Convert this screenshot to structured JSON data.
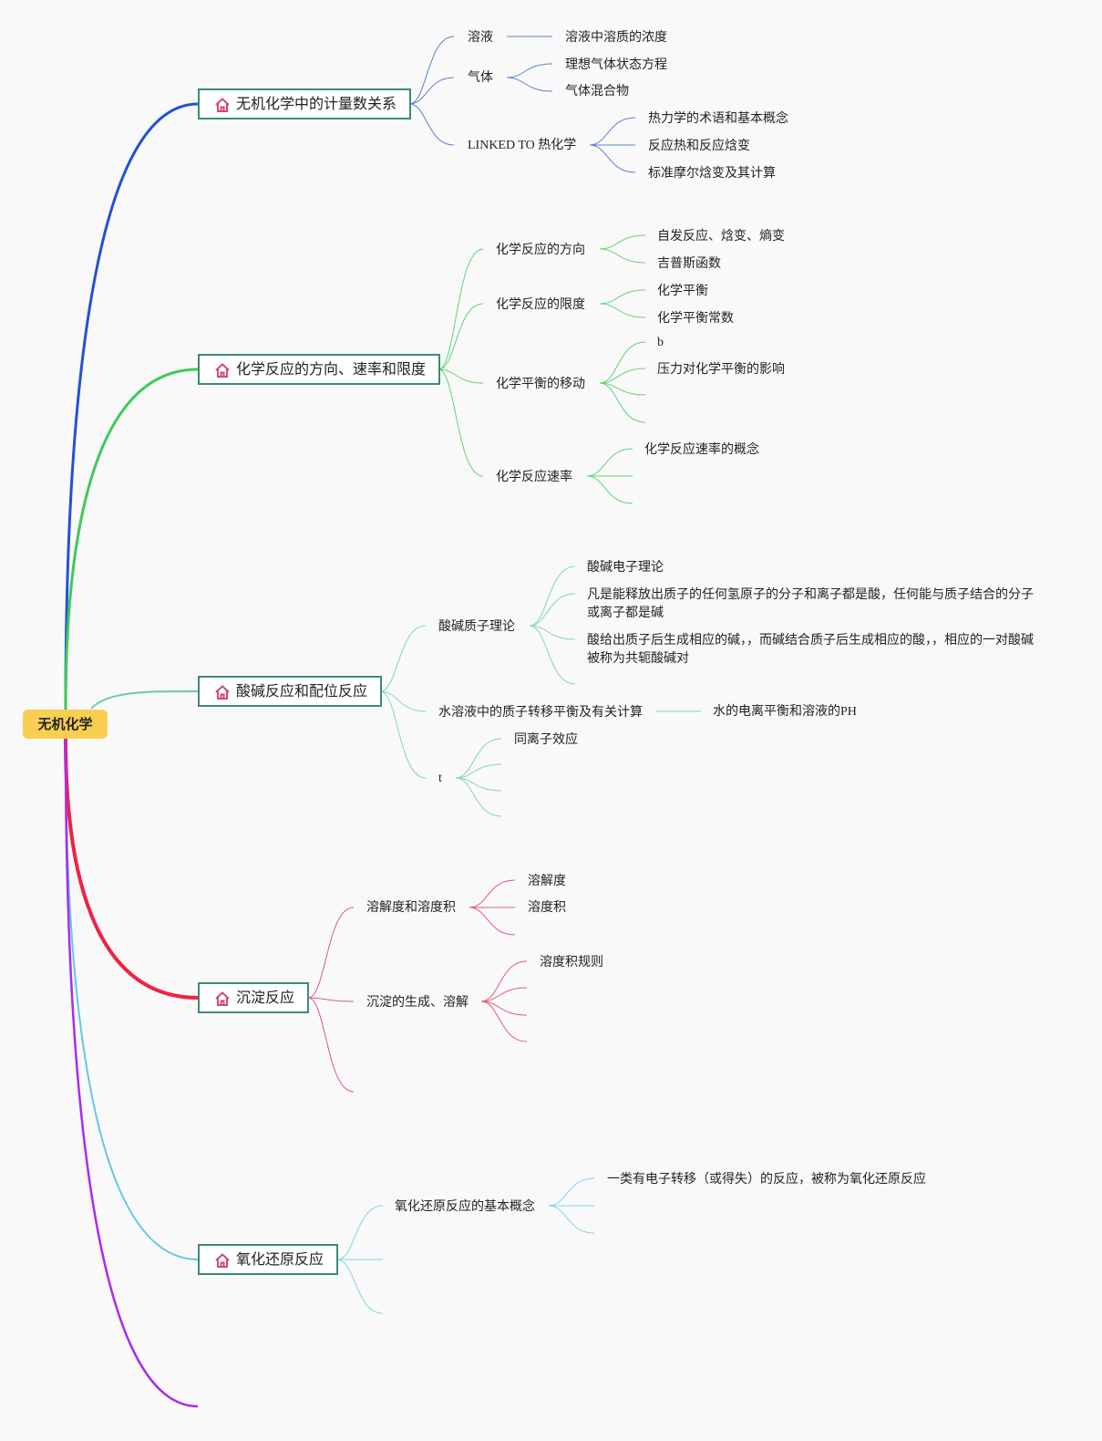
{
  "root": "无机化学",
  "colors": {
    "blue": "#2151d6",
    "green": "#3ccb57",
    "teal": "#6cc8b8",
    "red": "#ee2244",
    "cyan": "#60c8e8",
    "purple": "#a82cf0",
    "root_fill": "#f9cf52",
    "topic_border": "#3d8b73"
  },
  "icon": "home-icon",
  "topics": [
    {
      "label": "无机化学中的计量数关系",
      "children": [
        {
          "label": "溶液",
          "children": [
            "溶液中溶质的浓度"
          ]
        },
        {
          "label": "气体",
          "children": [
            "理想气体状态方程",
            "气体混合物"
          ]
        },
        {
          "label": "LINKED TO 热化学",
          "children": [
            "热力学的术语和基本概念",
            "反应热和反应焓变",
            "标准摩尔焓变及其计算"
          ]
        }
      ]
    },
    {
      "label": "化学反应的方向、速率和限度",
      "children": [
        {
          "label": "化学反应的方向",
          "children": [
            "自发反应、焓变、熵变",
            "吉普斯函数"
          ]
        },
        {
          "label": "化学反应的限度",
          "children": [
            "化学平衡",
            "化学平衡常数"
          ]
        },
        {
          "label": "化学平衡的移动",
          "children": [
            "b",
            "压力对化学平衡的影响",
            "",
            ""
          ]
        },
        {
          "label": "化学反应速率",
          "children": [
            "化学反应速率的概念",
            "",
            ""
          ]
        }
      ]
    },
    {
      "label": "酸碱反应和配位反应",
      "children": [
        {
          "label": "酸碱质子理论",
          "children": [
            "酸碱电子理论",
            "凡是能释放出质子的任何氢原子的分子和离子都是酸，任何能与质子结合的分子或离子都是碱",
            "酸给出质子后生成相应的碱，，而碱结合质子后生成相应的酸，，相应的一对酸碱被称为共轭酸碱对",
            ""
          ]
        },
        {
          "label": "水溶液中的质子转移平衡及有关计算",
          "children": [
            "水的电离平衡和溶液的PH"
          ]
        },
        {
          "label": "t",
          "children": [
            "同离子效应",
            "",
            ""
          ]
        }
      ]
    },
    {
      "label": "沉淀反应",
      "children": [
        {
          "label": "溶解度和溶度积",
          "children": [
            "溶解度",
            "溶度积",
            ""
          ]
        },
        {
          "label": "沉淀的生成、溶解",
          "children": [
            "溶度积规则",
            "",
            ""
          ]
        },
        {
          "label": "",
          "children": []
        }
      ]
    },
    {
      "label": "氧化还原反应",
      "children": [
        {
          "label": "氧化还原反应的基本概念",
          "children": [
            "一类有电子转移（或得失）的反应，被称为氧化还原反应",
            "",
            ""
          ]
        },
        {
          "label": "",
          "children": []
        },
        {
          "label": "",
          "children": []
        }
      ]
    }
  ]
}
